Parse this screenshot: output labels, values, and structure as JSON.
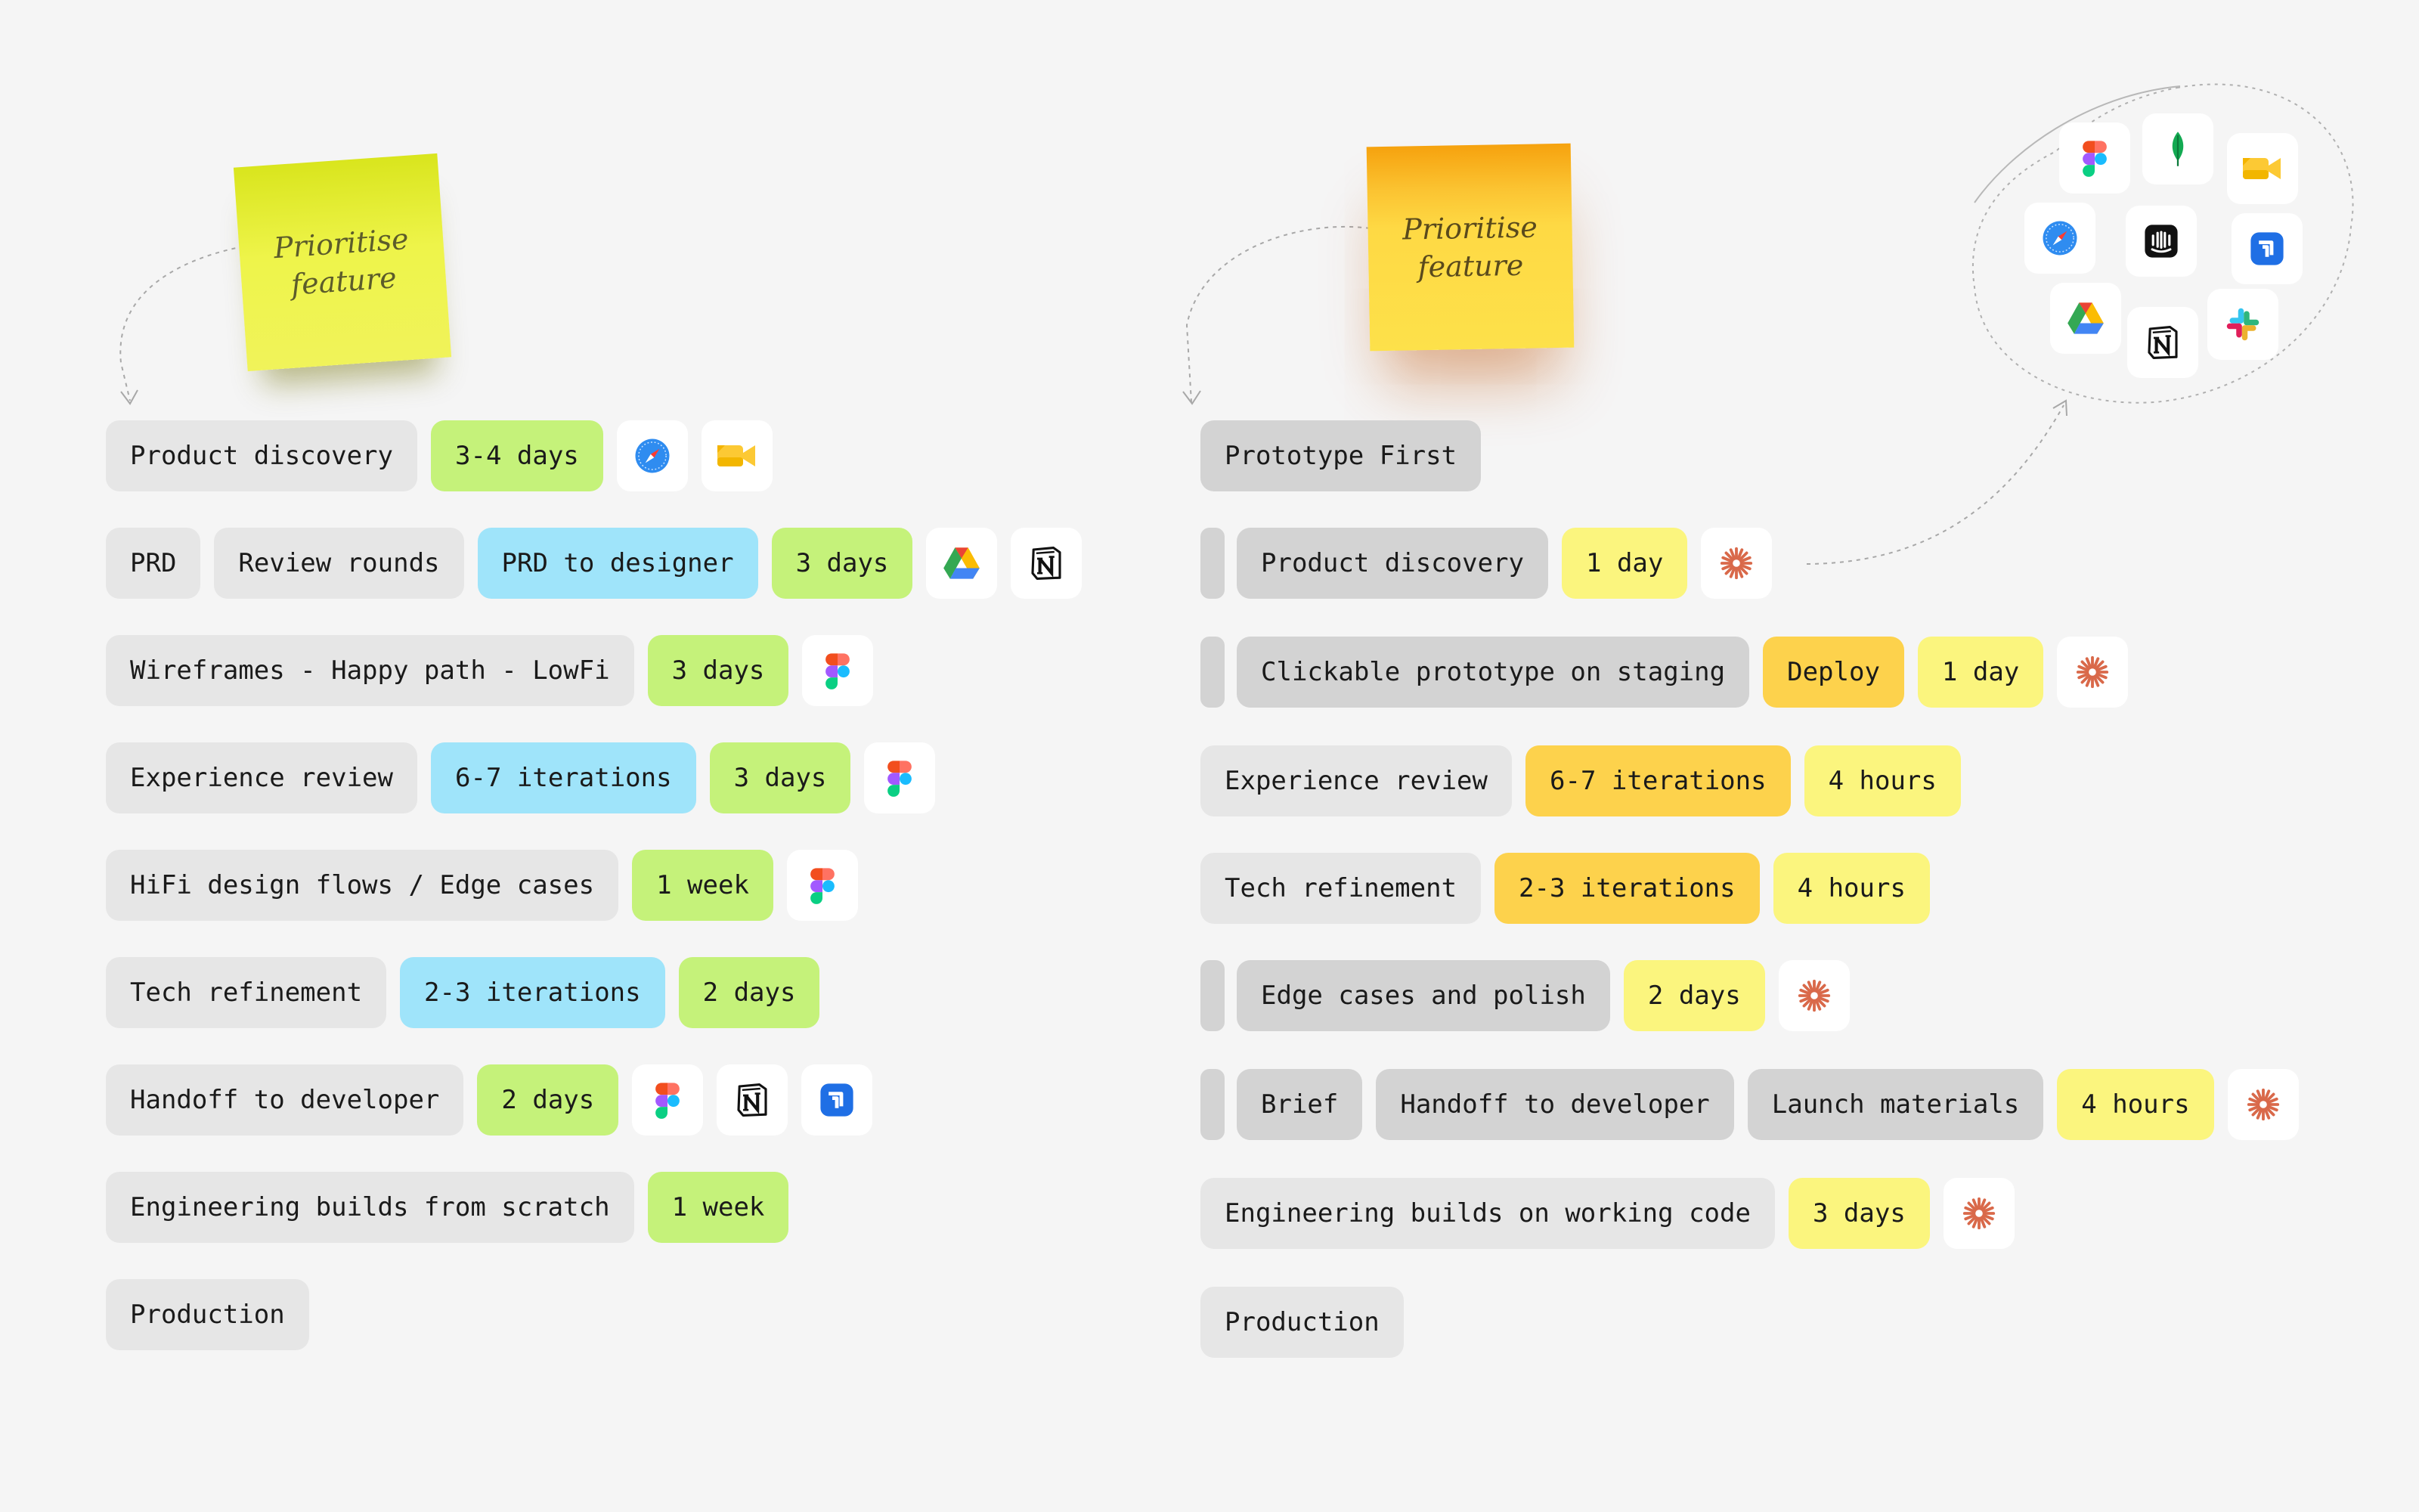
{
  "left": {
    "sticky": {
      "line1": "Prioritise",
      "line2": "feature"
    },
    "rows": [
      {
        "chips": [
          "Product discovery",
          "3-4 days"
        ],
        "icons": [
          "safari-icon",
          "google-meet-icon"
        ]
      },
      {
        "chips": [
          "PRD",
          "Review rounds",
          "PRD to designer",
          "3 days"
        ],
        "icons": [
          "google-drive-icon",
          "notion-icon"
        ]
      },
      {
        "chips": [
          "Wireframes - Happy path - LowFi",
          "3 days"
        ],
        "icons": [
          "figma-icon"
        ]
      },
      {
        "chips": [
          "Experience review",
          "6-7 iterations",
          "3 days"
        ],
        "icons": [
          "figma-icon"
        ]
      },
      {
        "chips": [
          "HiFi design flows / Edge cases",
          "1 week"
        ],
        "icons": [
          "figma-icon"
        ]
      },
      {
        "chips": [
          "Tech refinement",
          "2-3 iterations",
          "2 days"
        ],
        "icons": []
      },
      {
        "chips": [
          "Handoff to developer",
          "2 days"
        ],
        "icons": [
          "figma-icon",
          "notion-icon",
          "jira-icon"
        ]
      },
      {
        "chips": [
          "Engineering builds from scratch",
          "1 week"
        ],
        "icons": []
      },
      {
        "chips": [
          "Production"
        ],
        "icons": []
      }
    ]
  },
  "right": {
    "sticky": {
      "line1": "Prioritise",
      "line2": "feature"
    },
    "rows": [
      {
        "chips": [
          "Prototype First"
        ],
        "icons": []
      },
      {
        "chips": [
          "Product discovery",
          "1 day"
        ],
        "icons": [
          "claude-asterisk-icon"
        ]
      },
      {
        "chips": [
          "Clickable prototype on staging",
          "Deploy",
          "1 day"
        ],
        "icons": [
          "claude-asterisk-icon"
        ]
      },
      {
        "chips": [
          "Experience review",
          "6-7 iterations",
          "4 hours"
        ],
        "icons": []
      },
      {
        "chips": [
          "Tech refinement",
          "2-3 iterations",
          "4 hours"
        ],
        "icons": []
      },
      {
        "chips": [
          "Edge cases and polish",
          "2 days"
        ],
        "icons": [
          "claude-asterisk-icon"
        ]
      },
      {
        "chips": [
          "Brief",
          "Handoff to developer",
          "Launch materials",
          "4 hours"
        ],
        "icons": [
          "claude-asterisk-icon"
        ]
      },
      {
        "chips": [
          "Engineering builds on working code",
          "3 days"
        ],
        "icons": [
          "claude-asterisk-icon"
        ]
      },
      {
        "chips": [
          "Production"
        ],
        "icons": []
      }
    ],
    "tool_cloud": [
      "figma-icon",
      "mongodb-icon",
      "google-meet-icon",
      "safari-icon",
      "intercom-icon",
      "jira-icon",
      "google-drive-icon",
      "notion-icon",
      "slack-icon"
    ]
  },
  "colors": {
    "step_grey": "#e6e6e6",
    "step_dark_grey": "#d3d3d3",
    "duration_green": "#c5f27a",
    "iteration_blue": "#9fe4fa",
    "duration_yellow": "#fbf57e",
    "deploy_amber": "#fdd24c",
    "claude_orange": "#d9694a"
  }
}
